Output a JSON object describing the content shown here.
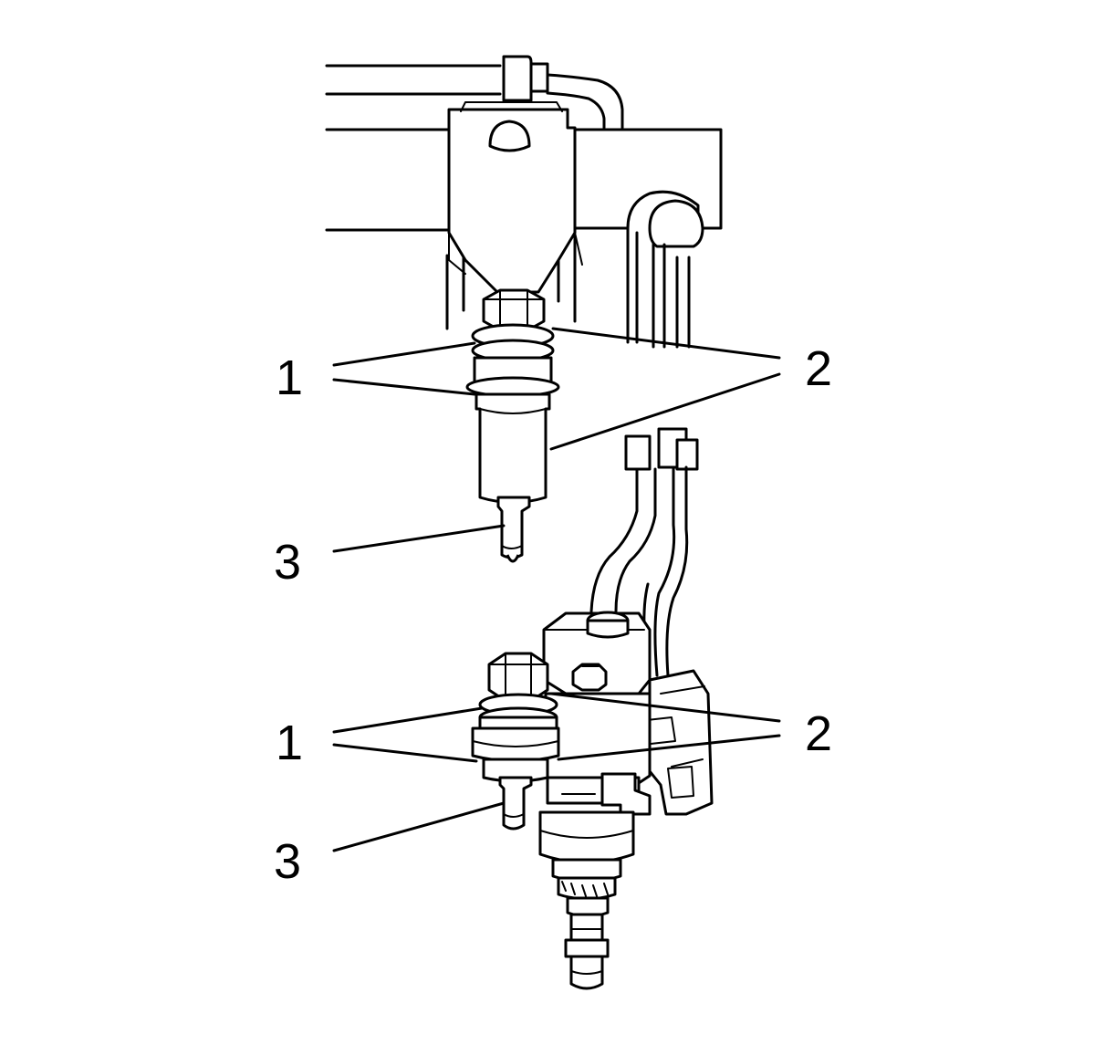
{
  "callouts": {
    "upper": {
      "one": "1",
      "two": "2",
      "three": "3"
    },
    "lower": {
      "one": "1",
      "two": "2",
      "three": "3"
    }
  }
}
